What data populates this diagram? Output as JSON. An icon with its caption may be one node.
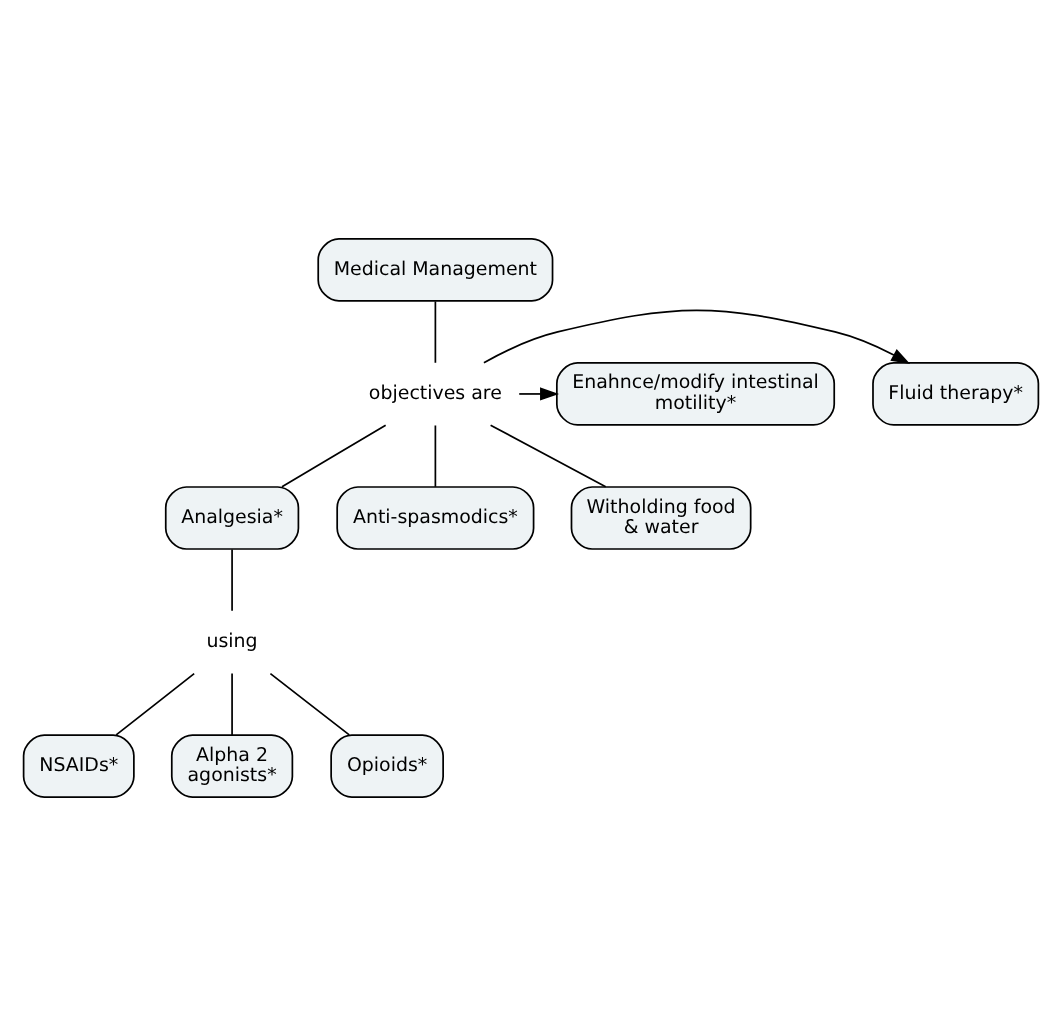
{
  "diagram": {
    "nodes": [
      {
        "text": [
          "Medical Management"
        ]
      },
      {
        "text": [
          "objectives are"
        ]
      },
      {
        "text": [
          "Fluid therapy*"
        ]
      },
      {
        "text": [
          "Enahnce/modify intestinal motility*"
        ]
      },
      {
        "text": [
          "Analgesia*"
        ]
      },
      {
        "text": [
          "Anti-spasmodics*"
        ]
      },
      {
        "text": [
          "Witholding food & water"
        ]
      },
      {
        "text": [
          "using"
        ]
      },
      {
        "text": [
          "NSAIDs*"
        ]
      },
      {
        "text": [
          "Alpha 2 agonists*"
        ]
      },
      {
        "text": [
          "Opioids*"
        ]
      }
    ],
    "edges": [
      {
        "from": 0,
        "to": 1,
        "arrow": "none"
      },
      {
        "from": 1,
        "to": 2,
        "arrow": "to"
      },
      {
        "from": 1,
        "to": 3,
        "arrow": "to"
      },
      {
        "from": 1,
        "to": 4,
        "arrow": "none"
      },
      {
        "from": 1,
        "to": 6,
        "arrow": "none"
      },
      {
        "from": 1,
        "to": 5,
        "arrow": "none"
      },
      {
        "from": 4,
        "to": 7,
        "arrow": "none"
      },
      {
        "from": 7,
        "to": 8,
        "arrow": "none"
      },
      {
        "from": 7,
        "to": 9,
        "arrow": "none"
      },
      {
        "from": 7,
        "to": 10,
        "arrow": "none"
      }
    ]
  }
}
